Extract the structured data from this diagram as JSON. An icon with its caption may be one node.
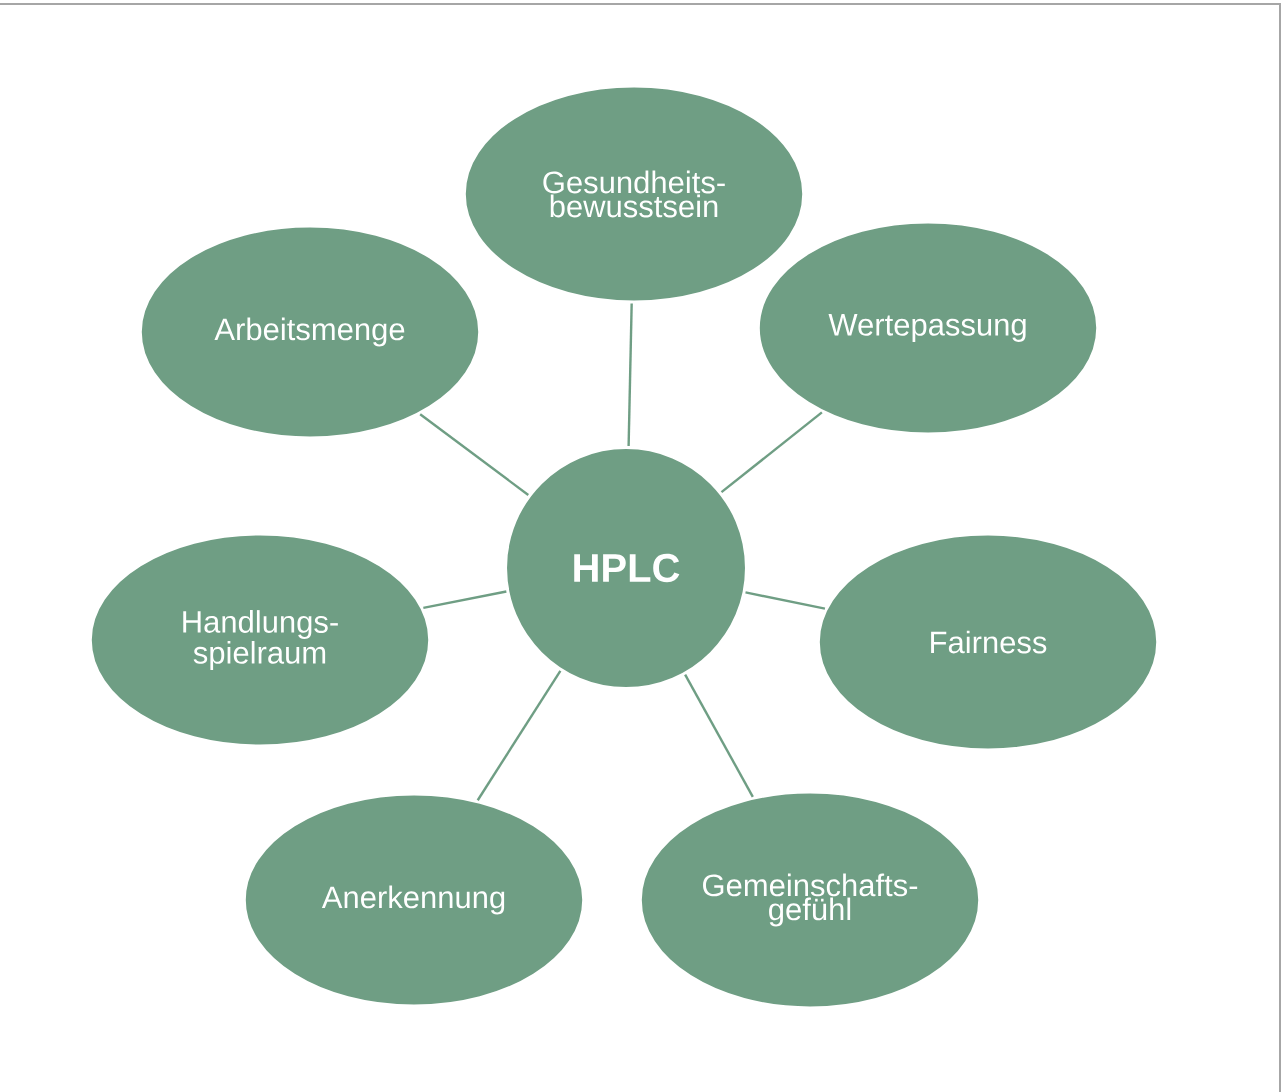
{
  "diagram": {
    "nodes": [
      {
        "text": [
          "HPLC"
        ]
      },
      {
        "text": [
          "Gesundheits- bewusstsein"
        ]
      },
      {
        "text": [
          "Arbeitsmenge"
        ]
      },
      {
        "text": [
          "Wertepassung"
        ]
      },
      {
        "text": [
          "Handlungs- spielraum"
        ]
      },
      {
        "text": [
          "Fairness"
        ]
      },
      {
        "text": [
          "Anerkennung"
        ]
      },
      {
        "text": [
          "Gemeinschafts- gefühl"
        ]
      }
    ],
    "edges": [
      {
        "from": 0,
        "to": 1,
        "arrow": "none"
      },
      {
        "from": 0,
        "to": 2,
        "arrow": "none"
      },
      {
        "from": 0,
        "to": 3,
        "arrow": "none"
      },
      {
        "from": 0,
        "to": 4,
        "arrow": "none"
      },
      {
        "from": 0,
        "to": 5,
        "arrow": "none"
      },
      {
        "from": 0,
        "to": 6,
        "arrow": "none"
      },
      {
        "from": 0,
        "to": 7,
        "arrow": "none"
      }
    ]
  }
}
